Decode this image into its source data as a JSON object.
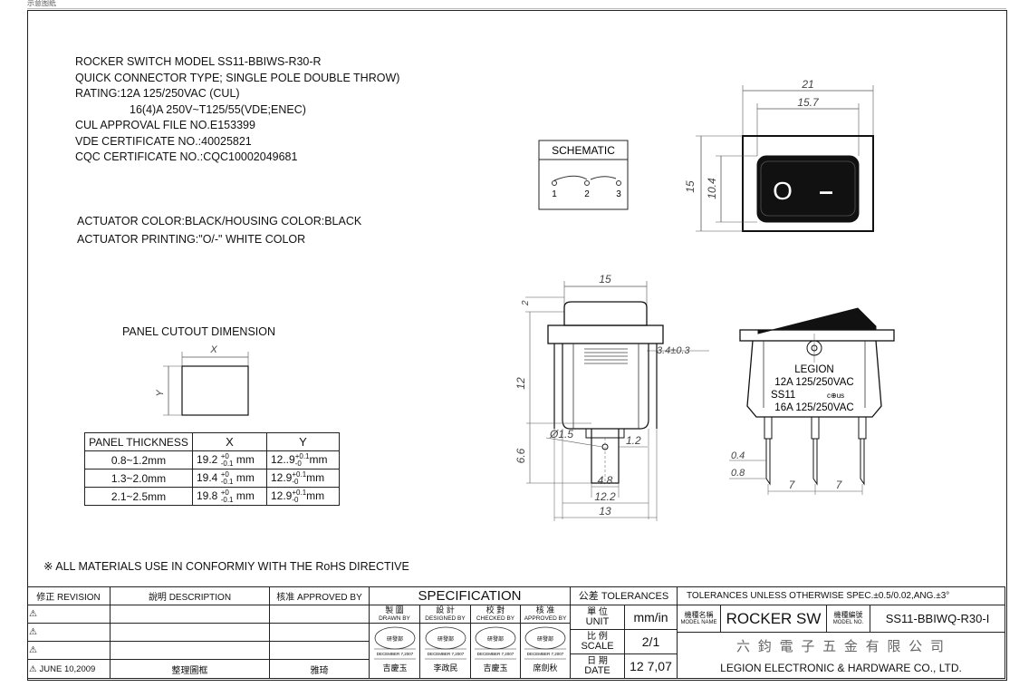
{
  "top_label": "示意图纸",
  "spec_lines": [
    "ROCKER SWITCH MODEL SS11-BBIWS-R30-R",
    "QUICK CONNECTOR TYPE; SINGLE POLE DOUBLE THROW)",
    "RATING:12A 125/250VAC (CUL)",
    "16(4)A 250V~T125/55(VDE;ENEC)",
    "CUL APPROVAL FILE NO.E153399",
    "VDE CERTIFICATE NO.:40025821",
    "CQC CERTIFICATE NO.:CQC10002049681"
  ],
  "color_lines": [
    "ACTUATOR COLOR:BLACK/HOUSING COLOR:BLACK",
    "ACTUATOR PRINTING:\"O/-\" WHITE COLOR"
  ],
  "schematic": {
    "title": "SCHEMATIC",
    "pins": [
      "1",
      "2",
      "3"
    ]
  },
  "panel_cutout": {
    "title": "PANEL CUTOUT DIMENSION",
    "x_label": "X",
    "y_label": "Y",
    "headers": [
      "PANEL THICKNESS",
      "X",
      "Y"
    ],
    "rows": [
      {
        "thickness": "0.8~1.2mm",
        "x_base": "19.2",
        "x_up": "+0",
        "x_dn": "-0.1",
        "x_unit": "mm",
        "y_base": "12..9",
        "y_up": "+0.1",
        "y_dn": "-0",
        "y_unit": "mm"
      },
      {
        "thickness": "1.3~2.0mm",
        "x_base": "19.4",
        "x_up": "+0",
        "x_dn": "-0.1",
        "x_unit": "mm",
        "y_base": "12.9",
        "y_up": "+0.1",
        "y_dn": "-0",
        "y_unit": "mm"
      },
      {
        "thickness": "2.1~2.5mm",
        "x_base": "19.8",
        "x_up": "+0",
        "x_dn": "-0.1",
        "x_unit": "mm",
        "y_base": "12.9",
        "y_up": "+0.1",
        "y_dn": "-0",
        "y_unit": "mm"
      }
    ]
  },
  "top_view": {
    "dim_outer_w": "21",
    "dim_inner_w": "15.7",
    "dim_outer_h": "15",
    "dim_inner_h": "10.4",
    "on_symbol": "O",
    "off_symbol": "–"
  },
  "side_view": {
    "dim_top": "15",
    "dim_2": "2",
    "dim_34": "3.4±0.3",
    "dim_12": "12",
    "dim_66": "6.6",
    "dim_15": "Ø1.5",
    "dim_12b": "1.2",
    "dim_48": "4.8",
    "dim_122": "12.2",
    "dim_13": "13"
  },
  "front_view": {
    "label_lines": [
      "LEGION",
      "12A 125/250VAC",
      "SS11",
      "c⊕us",
      "16A 125/250VAC"
    ],
    "dim_04": "0.4",
    "dim_08": "0.8",
    "dim_7a": "7",
    "dim_7b": "7"
  },
  "rohs": "※ ALL MATERIALS USE IN CONFORMIY  WITH THE RoHS DIRECTIVE",
  "title_block": {
    "revision": "修正 REVISION",
    "description": "說明 DESCRIPTION",
    "approved_by": "核准 APPROVED BY",
    "specification": "SPECIFICATION",
    "tolerances": "公差 TOLERANCES",
    "tol_note": "TOLERANCES UNLESS OTHERWISE SPEC.±0.5/0.02,ANG.±3°",
    "drawn": "製 圖",
    "drawn_en": "DRAWN BY",
    "designed": "設 計",
    "designed_en": "DESIGNED BY",
    "checked": "校 對",
    "checked_en": "CHECKED BY",
    "approved": "核 准",
    "approved_en": "APPROVED BY",
    "unit_cn": "單 位",
    "unit_en": "UNIT",
    "unit_val": "mm/in",
    "scale_cn": "比 例",
    "scale_en": "SCALE",
    "scale_val": "2/1",
    "date_cn": "日 期",
    "date_en": "DATE",
    "date_val": "12 7,07",
    "model_name_cn": "機種名稱",
    "model_name_en": "MODEL NAME",
    "model_name": "ROCKER SW",
    "model_no_cn": "機種編號",
    "model_no_en": "MODEL NO.",
    "model_no": "SS11-BBIWQ-R30-I",
    "company_cn": "六 鈞 電 子 五 金 有 限 公 司",
    "company_en": "LEGION ELECTRONIC & HARDWARE CO., LTD.",
    "rev_date": "JUNE 10,2009",
    "rev_desc": "整理圖框",
    "rev_app": "雅琦",
    "stamp_sig": [
      "吉慶玉",
      "李政民",
      "吉慶玉",
      "席劍秋"
    ],
    "stamp_org": "研發部",
    "stamp_date": "DECEMBER 7,2007"
  }
}
